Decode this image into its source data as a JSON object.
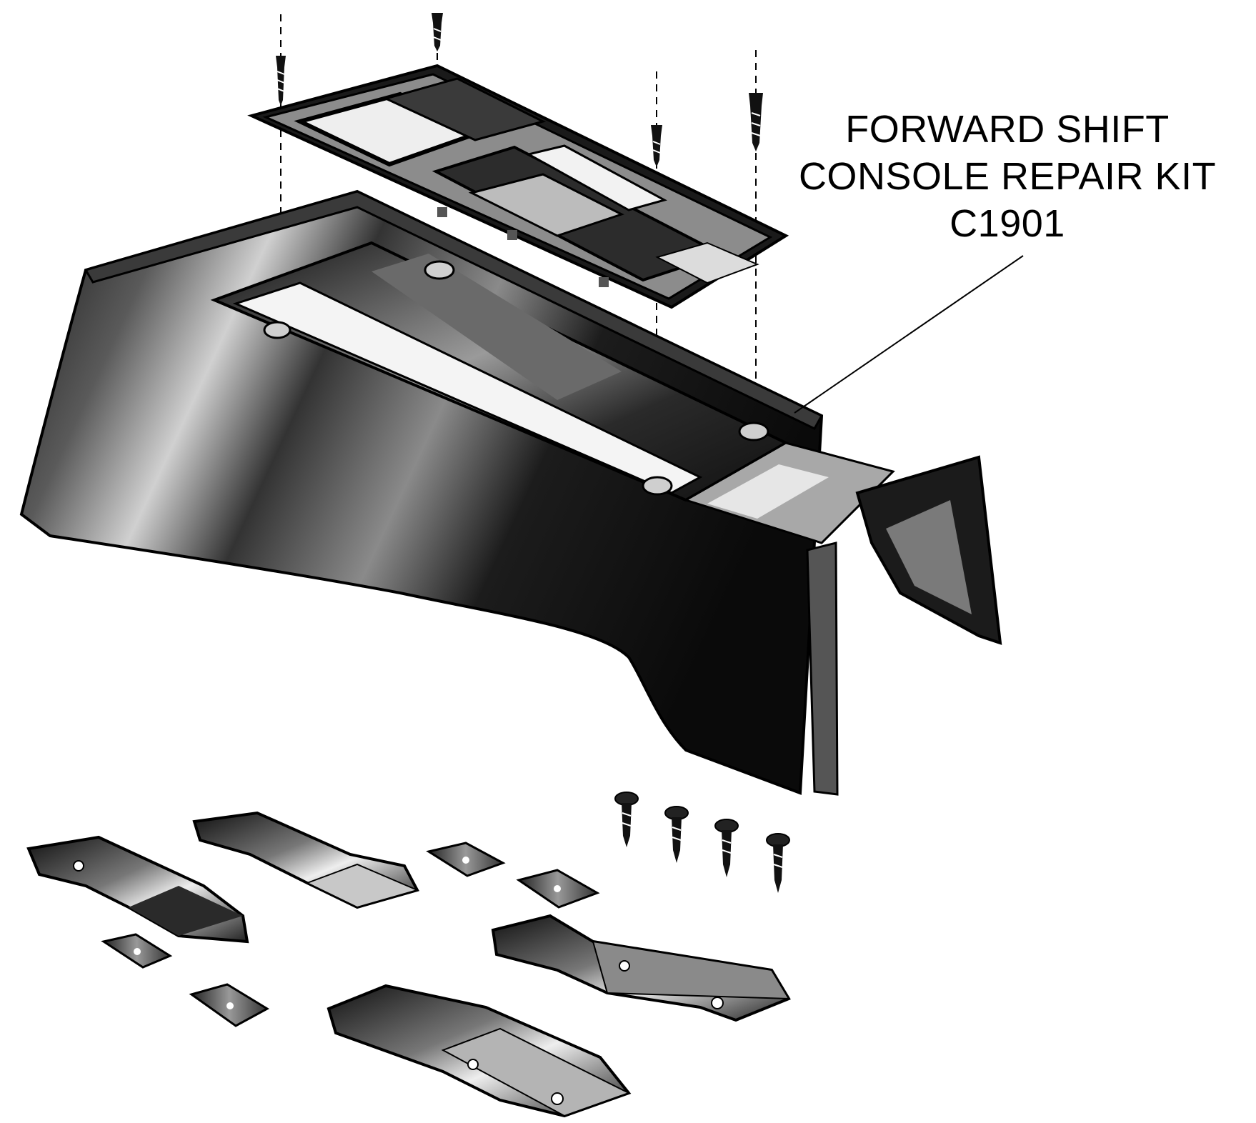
{
  "callout": {
    "line1": "FORWARD SHIFT",
    "line2": "CONSOLE REPAIR KIT",
    "part_number": "C1901"
  },
  "colors": {
    "ink": "#000000",
    "dark": "#1a1a1a",
    "mid": "#6e6e6e",
    "light": "#bdbdbd",
    "paper": "#ffffff"
  },
  "parts": {
    "screws_top_count": 4,
    "screws_bottom_count": 4,
    "brackets_count": 4,
    "clips_count": 4
  }
}
